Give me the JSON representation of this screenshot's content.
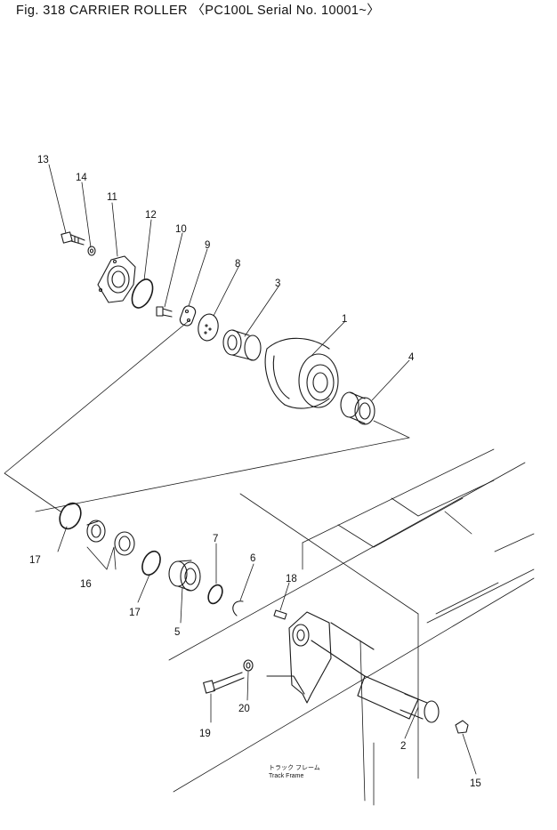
{
  "title": "Fig. 318 CARRIER ROLLER 〈PC100L Serial No. 10001~〉",
  "labels": {
    "p1": "1",
    "p2": "2",
    "p3": "3",
    "p4": "4",
    "p5": "5",
    "p6": "6",
    "p7": "7",
    "p8": "8",
    "p9": "9",
    "p10": "10",
    "p11": "11",
    "p12": "12",
    "p13": "13",
    "p14": "14",
    "p15": "15",
    "p16": "16",
    "p17a": "17",
    "p17b": "17",
    "p18": "18",
    "p19": "19",
    "p20": "20"
  },
  "frame_caption_jp": "トラック フレーム",
  "frame_caption_en": "Track Frame"
}
